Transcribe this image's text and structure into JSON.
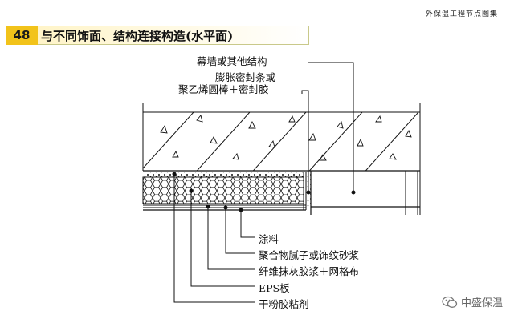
{
  "header": {
    "top_right_text": "外保温工程节点图集",
    "number": "48",
    "title": "与不同饰面、结构连接构造(水平面)"
  },
  "labels": {
    "curtain_wall": "幕墙或其他结构",
    "sealing_strip_1": "膨胀密封条或",
    "sealing_strip_2": "聚乙烯圆棒＋密封胶",
    "coating": "涂料",
    "putty": "聚合物腻子或饰纹砂浆",
    "mesh": "纤维抹灰胶浆＋网格布",
    "eps": "EPS板",
    "adhesive": "干粉胶粘剂"
  },
  "watermark": {
    "text": "中盛保温",
    "icon": "wechat-icon"
  }
}
